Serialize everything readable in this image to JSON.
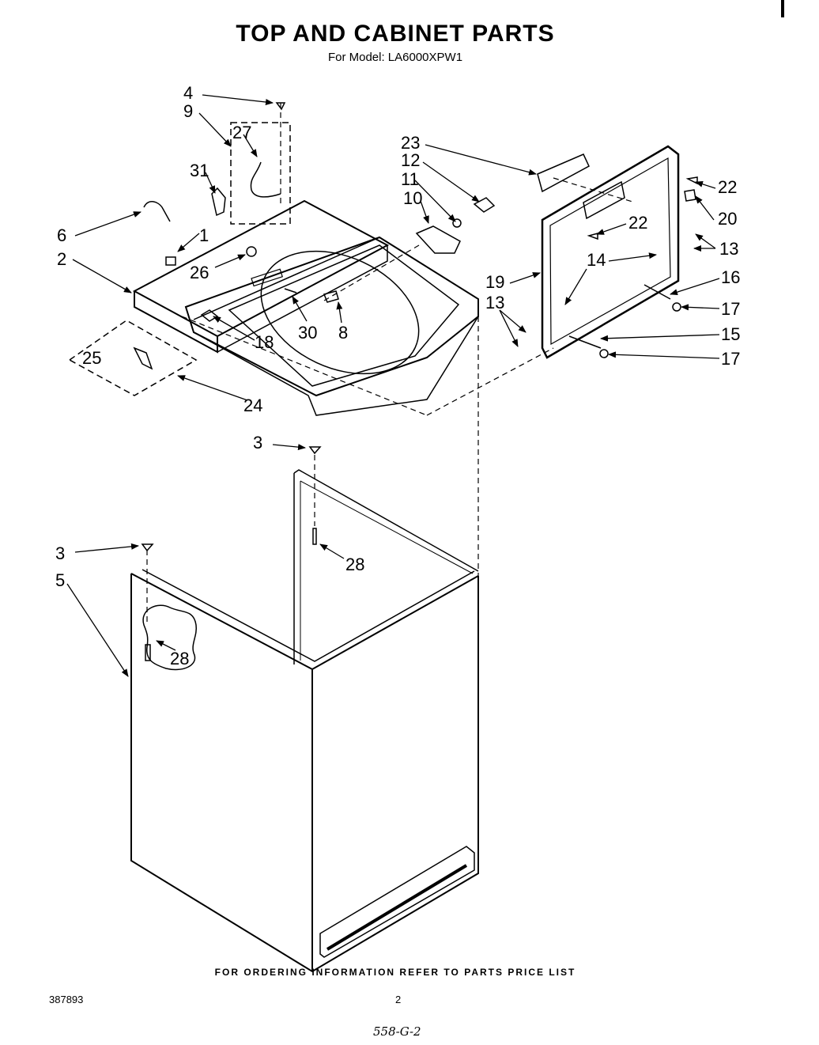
{
  "header": {
    "title": "TOP AND CABINET PARTS",
    "model_line": "For Model: LA6000XPW1"
  },
  "callouts": [
    "4",
    "9",
    "27",
    "31",
    "6",
    "1",
    "2",
    "26",
    "30",
    "8",
    "18",
    "25",
    "24",
    "23",
    "12",
    "11",
    "10",
    "22",
    "20",
    "13",
    "14",
    "19",
    "16",
    "17",
    "15",
    "3",
    "28",
    "5"
  ],
  "footer": {
    "ordering_note": "FOR ORDERING INFORMATION REFER TO PARTS PRICE LIST",
    "doc_number": "387893",
    "page_number": "2",
    "handwritten_code": "558-G-2"
  }
}
